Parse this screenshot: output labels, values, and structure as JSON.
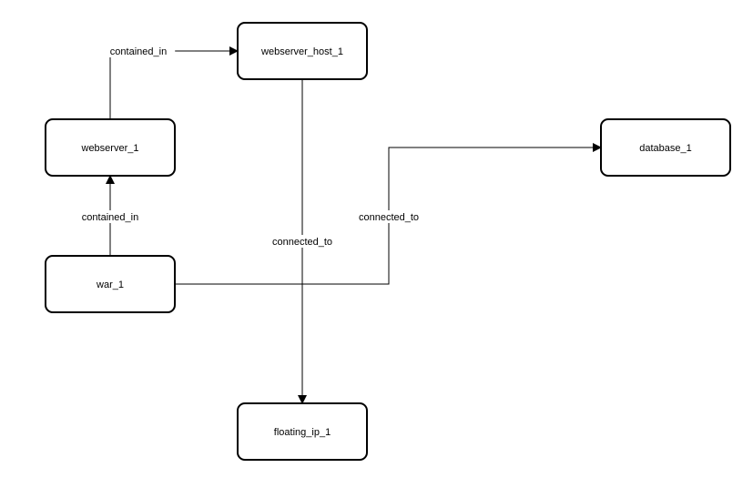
{
  "diagram": {
    "nodes": [
      {
        "id": "webserver_host_1",
        "label": "webserver_host_1"
      },
      {
        "id": "webserver_1",
        "label": "webserver_1"
      },
      {
        "id": "database_1",
        "label": "database_1"
      },
      {
        "id": "war_1",
        "label": "war_1"
      },
      {
        "id": "floating_ip_1",
        "label": "floating_ip_1"
      }
    ],
    "edges": [
      {
        "id": "e1",
        "from": "webserver_1",
        "to": "webserver_host_1",
        "label": "contained_in"
      },
      {
        "id": "e2",
        "from": "war_1",
        "to": "webserver_1",
        "label": "contained_in"
      },
      {
        "id": "e3",
        "from": "webserver_host_1",
        "to": "floating_ip_1",
        "label": "connected_to"
      },
      {
        "id": "e4",
        "from": "war_1",
        "to": "database_1",
        "label": "connected_to"
      }
    ]
  },
  "colors": {
    "stroke": "#000000",
    "background": "#ffffff",
    "text": "#000000"
  }
}
